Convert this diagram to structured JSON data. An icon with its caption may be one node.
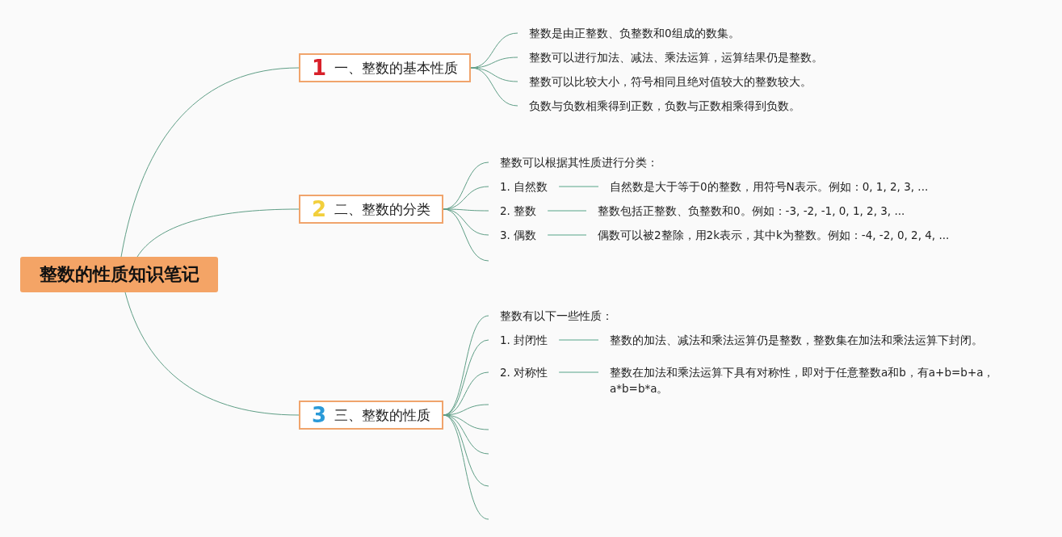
{
  "diagram": {
    "nodes": [
      {
        "text": [
          "整数的性质知识笔记"
        ]
      },
      {
        "text": [
          "1",
          "一、整数的基本性质"
        ]
      },
      {
        "text": [
          "整数是由正整数、负整数和0组成的数集。"
        ]
      },
      {
        "text": [
          "整数可以进行加法、减法、乘法运算，运算结果仍是整数。"
        ]
      },
      {
        "text": [
          "整数可以比较大小，符号相同且绝对值较大的整数较大。"
        ]
      },
      {
        "text": [
          "负数与负数相乘得到正数，负数与正数相乘得到负数。"
        ]
      },
      {
        "text": [
          "2",
          "二、整数的分类"
        ]
      },
      {
        "text": [
          "整数可以根据其性质进行分类："
        ]
      },
      {
        "text": [
          "1. 自然数"
        ]
      },
      {
        "text": [
          "自然数是大于等于0的整数，用符号N表示。例如：0, 1, 2, 3, ..."
        ]
      },
      {
        "text": [
          "2. 整数"
        ]
      },
      {
        "text": [
          "整数包括正整数、负整数和0。例如：-3, -2, -1, 0, 1, 2, 3, ..."
        ]
      },
      {
        "text": [
          "3. 偶数"
        ]
      },
      {
        "text": [
          "偶数可以被2整除，用2k表示，其中k为整数。例如：-4, -2, 0, 2, 4, ..."
        ]
      },
      {
        "text": [
          "3",
          "三、整数的性质"
        ]
      },
      {
        "text": [
          "整数有以下一些性质："
        ]
      },
      {
        "text": [
          "1. 封闭性"
        ]
      },
      {
        "text": [
          "整数的加法、减法和乘法运算仍是整数，整数集在加法和乘法运算下封闭。"
        ]
      },
      {
        "text": [
          "2. 对称性"
        ]
      },
      {
        "text": [
          "整数在加法和乘法运算下具有对称性，即对于任意整数a和b，有a+b=b+a，a*b=b*a。"
        ]
      }
    ],
    "edges": [
      {
        "from": 0,
        "to": 1,
        "arrow": "none"
      },
      {
        "from": 0,
        "to": 6,
        "arrow": "none"
      },
      {
        "from": 0,
        "to": 14,
        "arrow": "none"
      },
      {
        "from": 1,
        "to": 2,
        "arrow": "none"
      },
      {
        "from": 1,
        "to": 3,
        "arrow": "none"
      },
      {
        "from": 1,
        "to": 4,
        "arrow": "none"
      },
      {
        "from": 1,
        "to": 5,
        "arrow": "none"
      },
      {
        "from": 6,
        "to": 7,
        "arrow": "none"
      },
      {
        "from": 6,
        "to": 8,
        "arrow": "none"
      },
      {
        "from": 6,
        "to": 10,
        "arrow": "none"
      },
      {
        "from": 6,
        "to": 12,
        "arrow": "none"
      },
      {
        "from": 6,
        "to": null,
        "arrow": "none"
      },
      {
        "from": 8,
        "to": 9,
        "arrow": "none"
      },
      {
        "from": 10,
        "to": 11,
        "arrow": "none"
      },
      {
        "from": 12,
        "to": 13,
        "arrow": "none"
      },
      {
        "from": 14,
        "to": 15,
        "arrow": "none"
      },
      {
        "from": 14,
        "to": 16,
        "arrow": "none"
      },
      {
        "from": 14,
        "to": 18,
        "arrow": "none"
      },
      {
        "from": 14,
        "to": null,
        "arrow": "none"
      },
      {
        "from": 14,
        "to": null,
        "arrow": "none"
      },
      {
        "from": 14,
        "to": null,
        "arrow": "none"
      },
      {
        "from": 14,
        "to": null,
        "arrow": "none"
      },
      {
        "from": 14,
        "to": null,
        "arrow": "none"
      },
      {
        "from": 16,
        "to": 17,
        "arrow": "none"
      },
      {
        "from": 18,
        "to": 19,
        "arrow": "none"
      }
    ]
  }
}
